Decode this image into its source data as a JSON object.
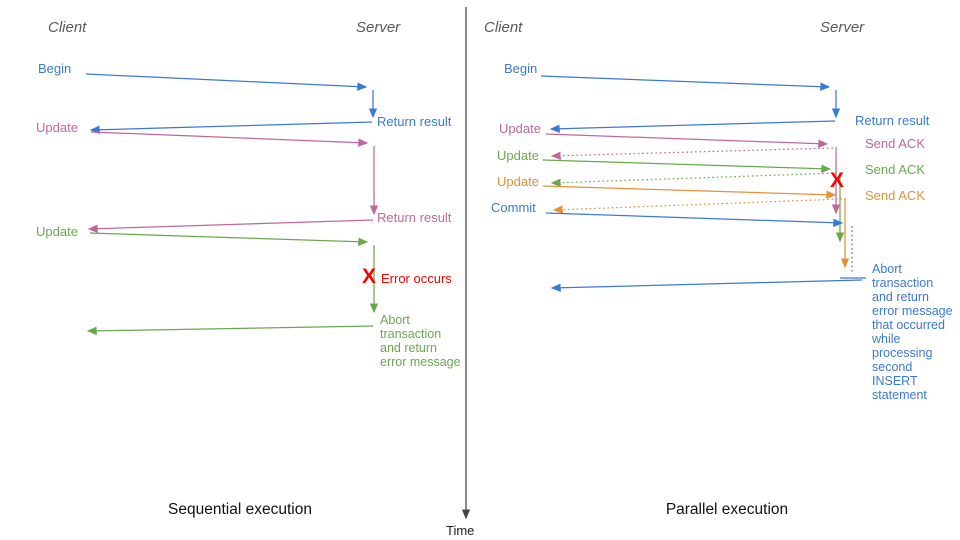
{
  "diagram": {
    "time_axis_label": "Time",
    "colors": {
      "blue": "#3c78d8",
      "pink": "#c2679b",
      "green": "#6aa84f",
      "orange": "#e69138",
      "red": "#ff0000",
      "header_gray": "#595959",
      "axis_dark": "#444444",
      "caption_black": "#111111"
    },
    "sequential": {
      "client_header": "Client",
      "server_header": "Server",
      "caption": "Sequential execution",
      "begin_label": "Begin",
      "return_result_1_label": "Return result",
      "update_1_label": "Update",
      "return_result_2_label": "Return result",
      "update_2_label": "Update",
      "error_x": "X",
      "error_label": "Error occurs",
      "abort_label": "Abort\ntransaction\nand return\nerror message"
    },
    "parallel": {
      "client_header": "Client",
      "server_header": "Server",
      "caption": "Parallel execution",
      "begin_label": "Begin",
      "return_result_label": "Return result",
      "update_1_label": "Update",
      "send_ack_1_label": "Send ACK",
      "update_2_label": "Update",
      "send_ack_2_label": "Send ACK",
      "update_3_label": "Update",
      "send_ack_3_label": "Send ACK",
      "commit_label": "Commit",
      "error_x": "X",
      "abort_label": "Abort\ntransaction\nand return\nerror message\nthat occurred\nwhile\nprocessing\nsecond\nINSERT\nstatement"
    }
  }
}
